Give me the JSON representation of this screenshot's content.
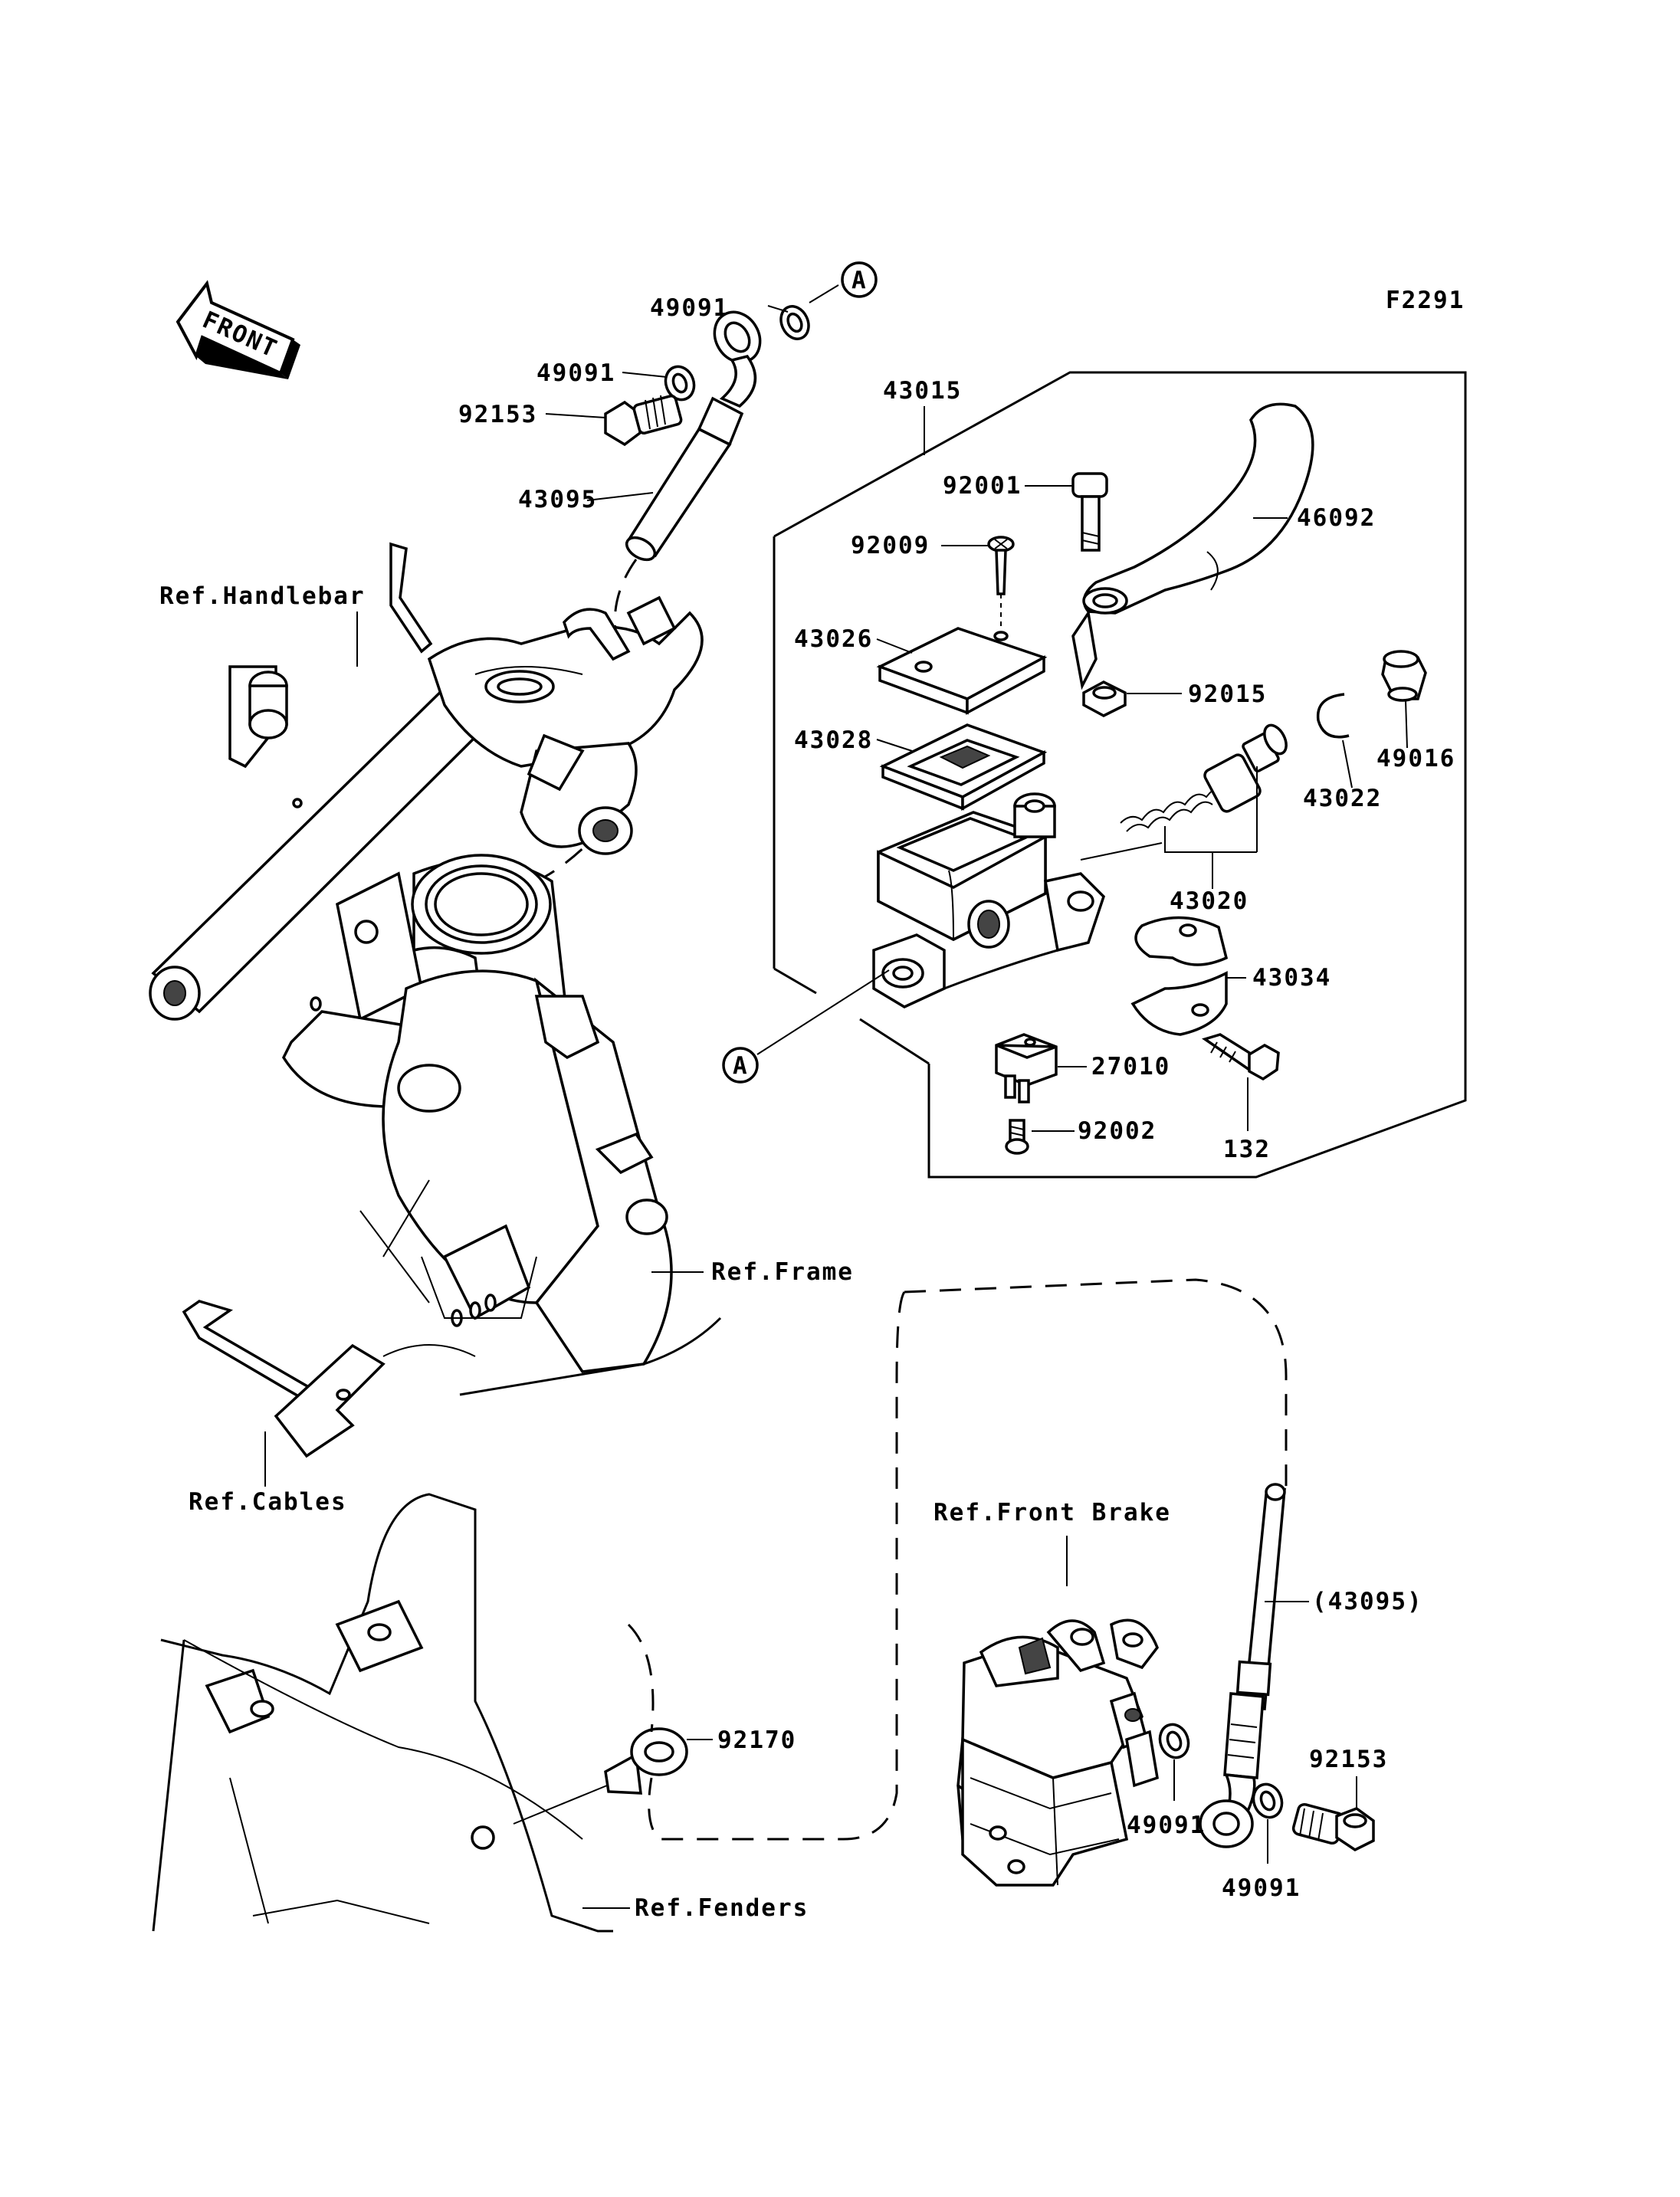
{
  "figure_code": "F2291",
  "front_arrow": "FRONT",
  "reference_marker": "A",
  "labels": {
    "p49091_top": "49091",
    "p49091_mid": "49091",
    "p92153_top": "92153",
    "p43095": "43095",
    "p43015": "43015",
    "p92001": "92001",
    "p46092": "46092",
    "p92009": "92009",
    "p43026": "43026",
    "p43028": "43028",
    "p92015": "92015",
    "p49016": "49016",
    "p43022": "43022",
    "p43020": "43020",
    "p43034": "43034",
    "p27010": "27010",
    "p92002": "92002",
    "p132": "132",
    "p92170": "92170",
    "p43095_paren": "(43095)",
    "p92153_bottom": "92153",
    "p49091_bottom_left": "49091",
    "p49091_bottom_right": "49091"
  },
  "references": {
    "handlebar": "Ref.Handlebar",
    "frame": "Ref.Frame",
    "cables": "Ref.Cables",
    "front_brake": "Ref.Front Brake",
    "fenders": "Ref.Fenders"
  }
}
